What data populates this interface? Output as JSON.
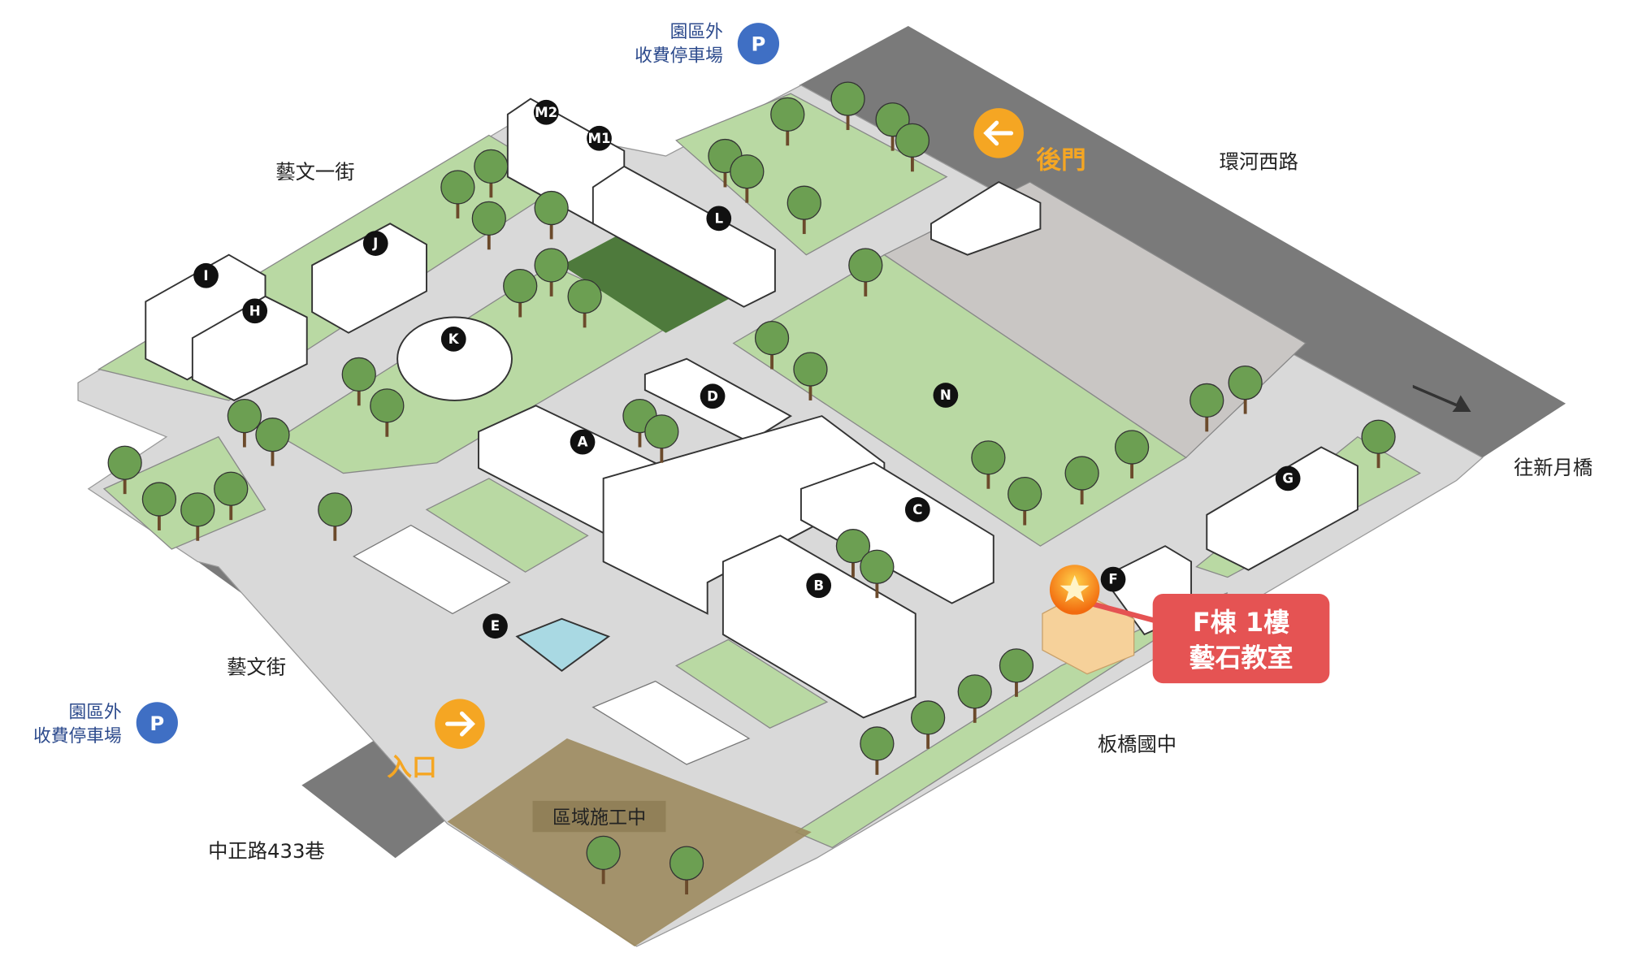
{
  "map": {
    "parking_top": {
      "line1": "園區外",
      "line2": "收費停車場",
      "icon": "P"
    },
    "parking_left": {
      "line1": "園區外",
      "line2": "收費停車場",
      "icon": "P"
    },
    "streets": {
      "yiwen_1st": "藝文一街",
      "huanhe_west": "環河西路",
      "to_xinyue_bridge": "往新月橋",
      "yiwen": "藝文街",
      "zhongzheng_433": "中正路433巷",
      "banqiao_junior_high": "板橋國中"
    },
    "back_gate": {
      "label": "後門",
      "icon": "arrow-left"
    },
    "entrance": {
      "label": "入口",
      "icon": "arrow-right"
    },
    "construction": "區域施工中",
    "buildings": [
      "A",
      "B",
      "C",
      "D",
      "E",
      "F",
      "G",
      "H",
      "I",
      "J",
      "K",
      "L",
      "M1",
      "M2",
      "N"
    ],
    "callout": {
      "line1": "F棟 1樓",
      "line2": "藝石教室",
      "icon": "star"
    },
    "colors": {
      "road": "#7a7a7a",
      "pavement": "#d9d9d9",
      "grass": "#b9d9a3",
      "tree": "#6c9f52",
      "parking_badge": "#3f6fc4",
      "gate_badge": "#f5a623",
      "callout": "#e55353",
      "construction": "#9c8a5e"
    }
  }
}
